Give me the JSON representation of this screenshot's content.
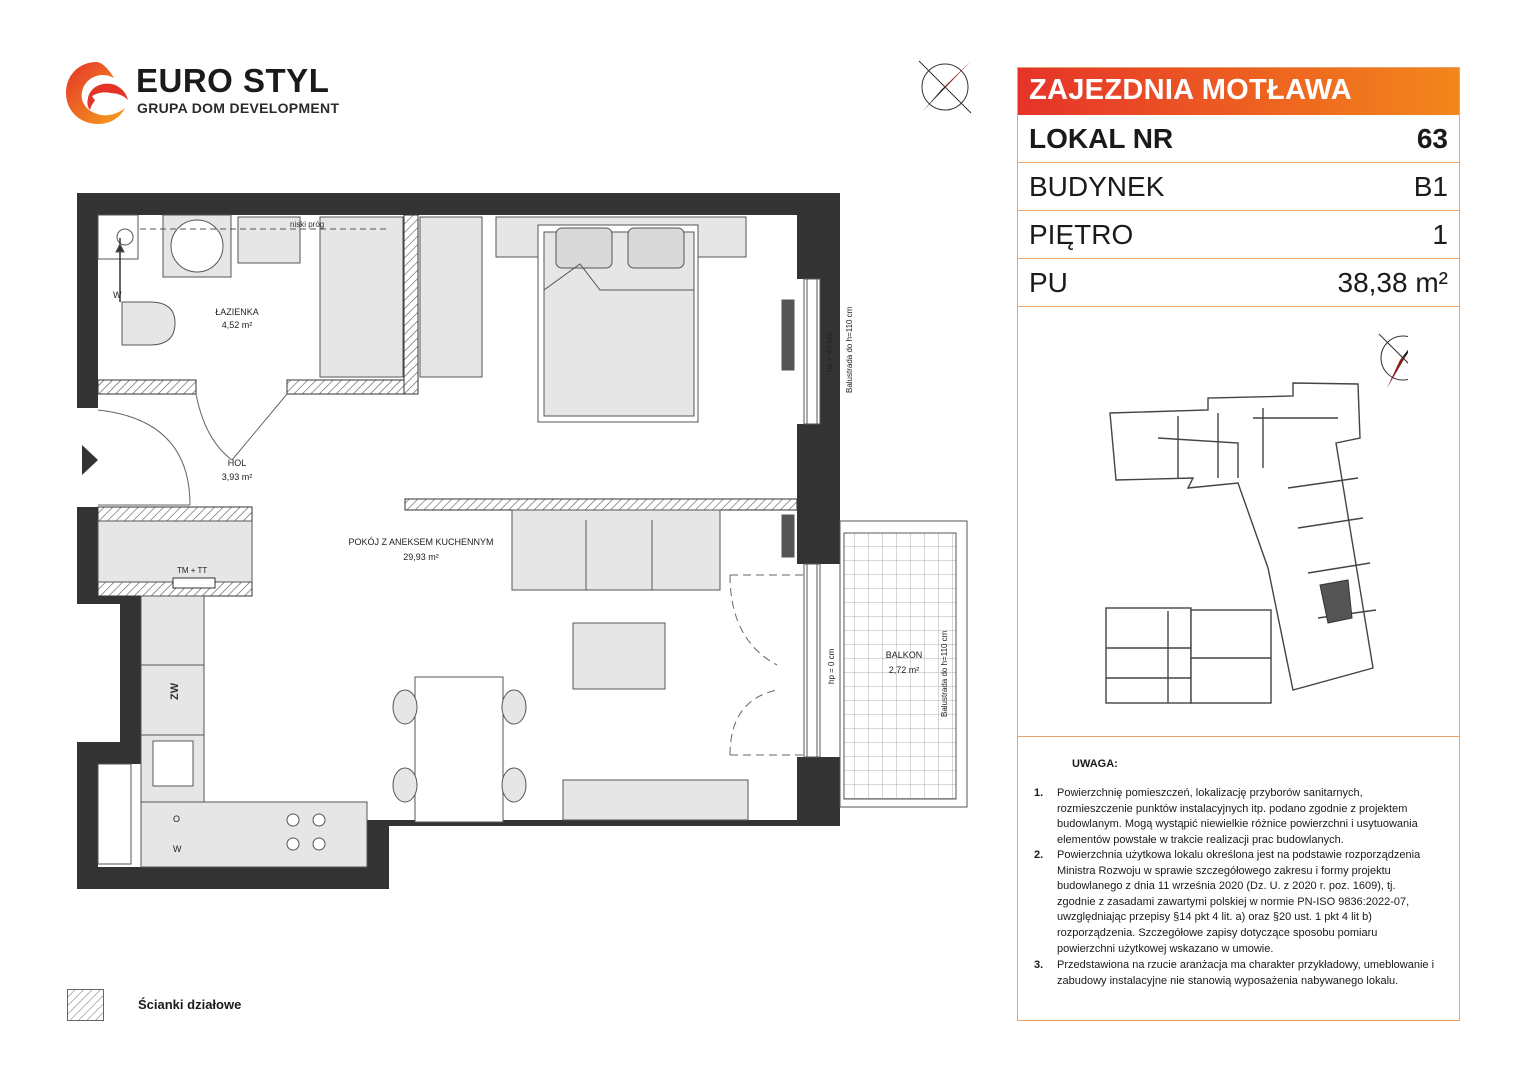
{
  "logo": {
    "brand": "EURO STYL",
    "subtitle": "GRUPA DOM DEVELOPMENT",
    "colors": {
      "red": "#e5332a",
      "orange": "#f28c1c"
    }
  },
  "panel": {
    "project": "ZAJEZDNIA MOTŁAWA",
    "rows": [
      {
        "label": "LOKAL NR",
        "value": "63"
      },
      {
        "label": "BUDYNEK",
        "value": "B1"
      },
      {
        "label": "PIĘTRO",
        "value": "1"
      },
      {
        "label": "PU",
        "value": "38,38 m²"
      }
    ],
    "notes_title": "UWAGA:",
    "notes": [
      {
        "num": "1.",
        "text": "Powierzchnię pomieszczeń, lokalizację przyborów sanitarnych, rozmieszczenie  punktów instalacyjnych itp. podano zgodnie z projektem budowlanym. Mogą wystąpić niewielkie różnice powierzchni i usytuowania elementów powstałe w trakcie realizacji prac budowlanych."
      },
      {
        "num": "2.",
        "text": "Powierzchnia użytkowa lokalu określona jest na podstawie rozporządzenia Ministra Rozwoju w sprawie szczegółowego zakresu i formy projektu budowlanego z dnia 11 września 2020 (Dz. U. z 2020 r. poz. 1609), tj. zgodnie z zasadami zawartymi polskiej w normie PN-ISO 9836:2022-07, uwzględniając przepisy §14 pkt 4 lit. a) oraz §20 ust. 1 pkt 4 lit b) rozporządzenia. Szczegółowe zapisy dotyczące sposobu pomiaru powierzchni użytkowej wskazano w umowie."
      },
      {
        "num": "3.",
        "text": "Przedstawiona na rzucie aranżacja ma charakter przykładowy, umeblowanie i zabudowy instalacyjne nie stanowią wyposażenia nabywanego lokalu."
      }
    ]
  },
  "plan": {
    "rooms": [
      {
        "name": "ŁAZIENKA",
        "area": "4,52 m²"
      },
      {
        "name": "HOL",
        "area": "3,93 m²"
      },
      {
        "name": "POKÓJ Z ANEKSEM KUCHENNYM",
        "area": "29,93 m²"
      },
      {
        "name": "BALKON",
        "area": "2,72 m²"
      }
    ],
    "labels": {
      "threshold": "niski próg",
      "window_height_1": "hp = 40 cm",
      "window_height_2": "hp = 0 cm",
      "railing_1": "Balustrada do h=110 cm",
      "railing_2": "Balustrada do h=110 cm",
      "meter_box": "TM + TT",
      "vent": "ZW",
      "water_w1": "W",
      "water_w2": "W",
      "water_o": "O"
    }
  },
  "legend": {
    "label": "Ścianki działowe"
  },
  "icons": {
    "compass": "compass-icon",
    "entrance": "entrance-arrow-icon"
  }
}
